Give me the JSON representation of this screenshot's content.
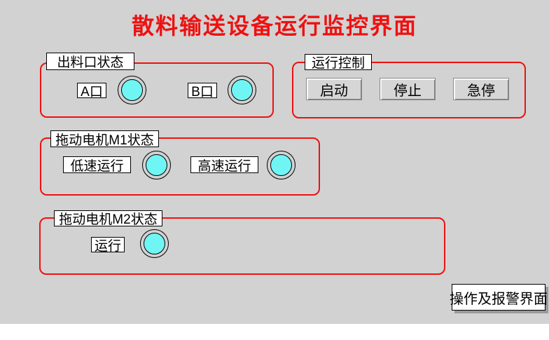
{
  "title": "散料输送设备运行监控界面",
  "colors": {
    "background": "#d2d2d2",
    "title-red": "#ee1111",
    "frame-red": "#ee1111",
    "indicator-on": "#70f5f5",
    "button-face": "#d6d6d6"
  },
  "groups": {
    "outlet": {
      "label": "出料口状态",
      "items": [
        {
          "label": "A口"
        },
        {
          "label": "B口"
        }
      ]
    },
    "control": {
      "label": "运行控制",
      "buttons": [
        {
          "label": "启动"
        },
        {
          "label": "停止"
        },
        {
          "label": "急停"
        }
      ]
    },
    "motor1": {
      "label": "拖动电机M1状态",
      "items": [
        {
          "label": "低速运行"
        },
        {
          "label": "高速运行"
        }
      ]
    },
    "motor2": {
      "label": "拖动电机M2状态",
      "items": [
        {
          "label": "运行"
        }
      ]
    }
  },
  "nav": {
    "label": "操作及报警界面"
  }
}
